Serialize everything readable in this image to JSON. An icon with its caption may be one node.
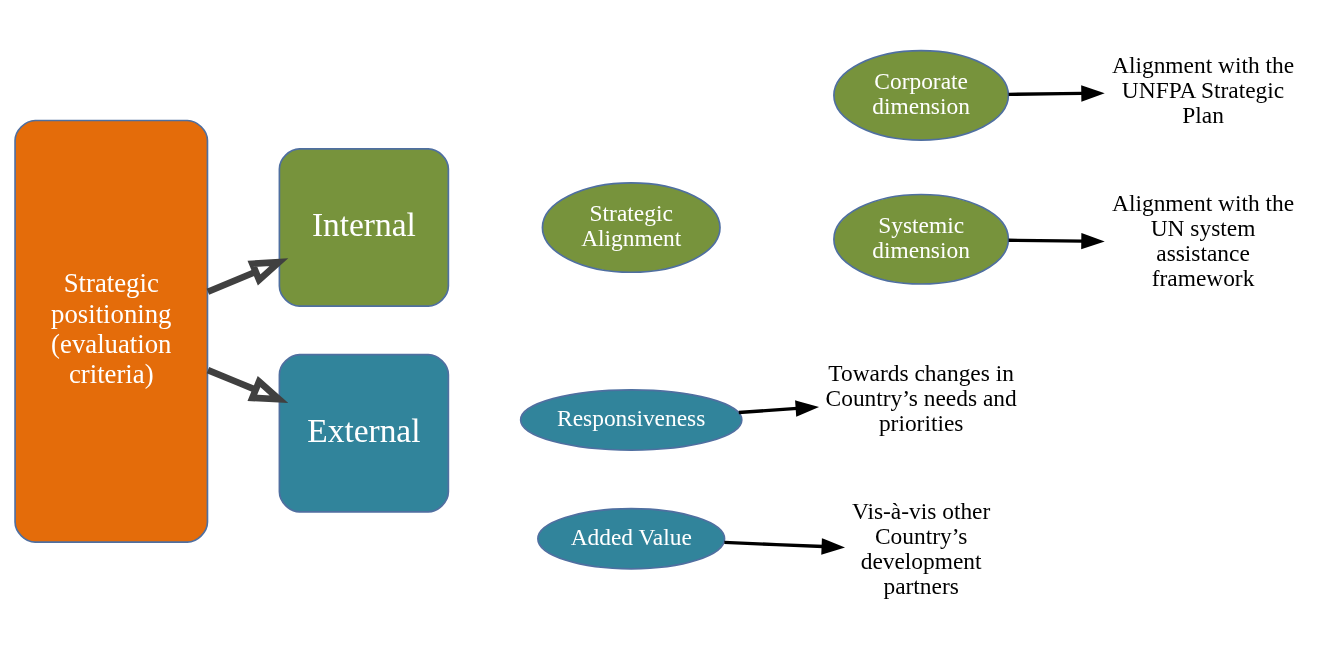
{
  "diagram": {
    "nodes": [
      {
        "text": [
          "Strategic positioning (evaluation criteria)"
        ]
      },
      {
        "text": [
          "Internal"
        ]
      },
      {
        "text": [
          "Strategic Alignment"
        ]
      },
      {
        "text": [
          "Corporate dimension"
        ]
      },
      {
        "text": [
          "Systemic dimension"
        ]
      },
      {
        "text": [
          "Alignment with the UNFPA Strategic Plan"
        ]
      },
      {
        "text": [
          "Alignment with the UN system assistance framework"
        ]
      },
      {
        "text": [
          "External"
        ]
      },
      {
        "text": [
          "Responsiveness"
        ]
      },
      {
        "text": [
          "Added Value"
        ]
      },
      {
        "text": [
          "Towards changes in Country’s needs and priorities"
        ]
      },
      {
        "text": [
          "Vis-à-vis other Country’s development partners"
        ]
      }
    ],
    "edges": [
      {
        "from": 0,
        "to": 1,
        "arrow": "to",
        "style": "thick"
      },
      {
        "from": 0,
        "to": 7,
        "arrow": "to",
        "style": "thick"
      },
      {
        "from": 3,
        "to": 5,
        "arrow": "to"
      },
      {
        "from": 4,
        "to": 6,
        "arrow": "to"
      },
      {
        "from": 8,
        "to": 10,
        "arrow": "to"
      },
      {
        "from": 9,
        "to": 11,
        "arrow": "to"
      }
    ]
  }
}
